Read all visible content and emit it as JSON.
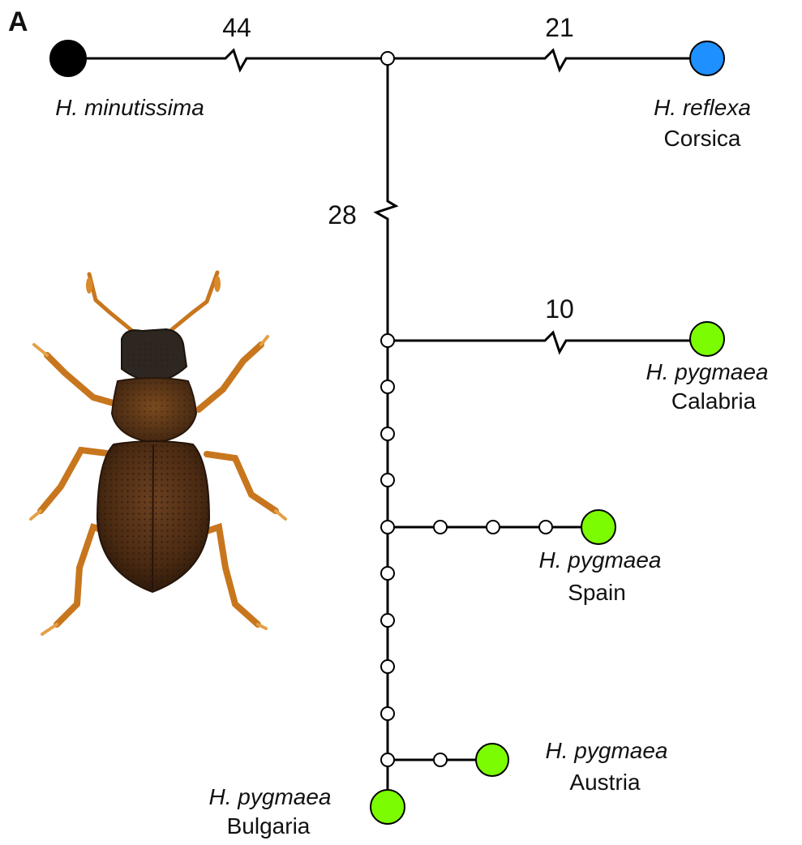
{
  "panel_label": "A",
  "colors": {
    "outgroup": "#000000",
    "reflexa": "#1e90ff",
    "pygmaea": "#7cfc00",
    "node_fill": "#ffffff",
    "edge": "#000000"
  },
  "branch_counts": {
    "minutissima": "44",
    "reflexa": "21",
    "stem_pygmaea": "28",
    "calabria": "10"
  },
  "taxa": {
    "minutissima": {
      "species": "H. minutissima",
      "locality": ""
    },
    "reflexa": {
      "species": "H. reflexa",
      "locality": "Corsica"
    },
    "calabria": {
      "species": "H. pygmaea",
      "locality": "Calabria"
    },
    "spain": {
      "species": "H. pygmaea",
      "locality": "Spain"
    },
    "austria": {
      "species": "H. pygmaea",
      "locality": "Austria"
    },
    "bulgaria": {
      "species": "H. pygmaea",
      "locality": "Bulgaria"
    }
  },
  "icons": {
    "beetle": "beetle-photo-icon"
  }
}
